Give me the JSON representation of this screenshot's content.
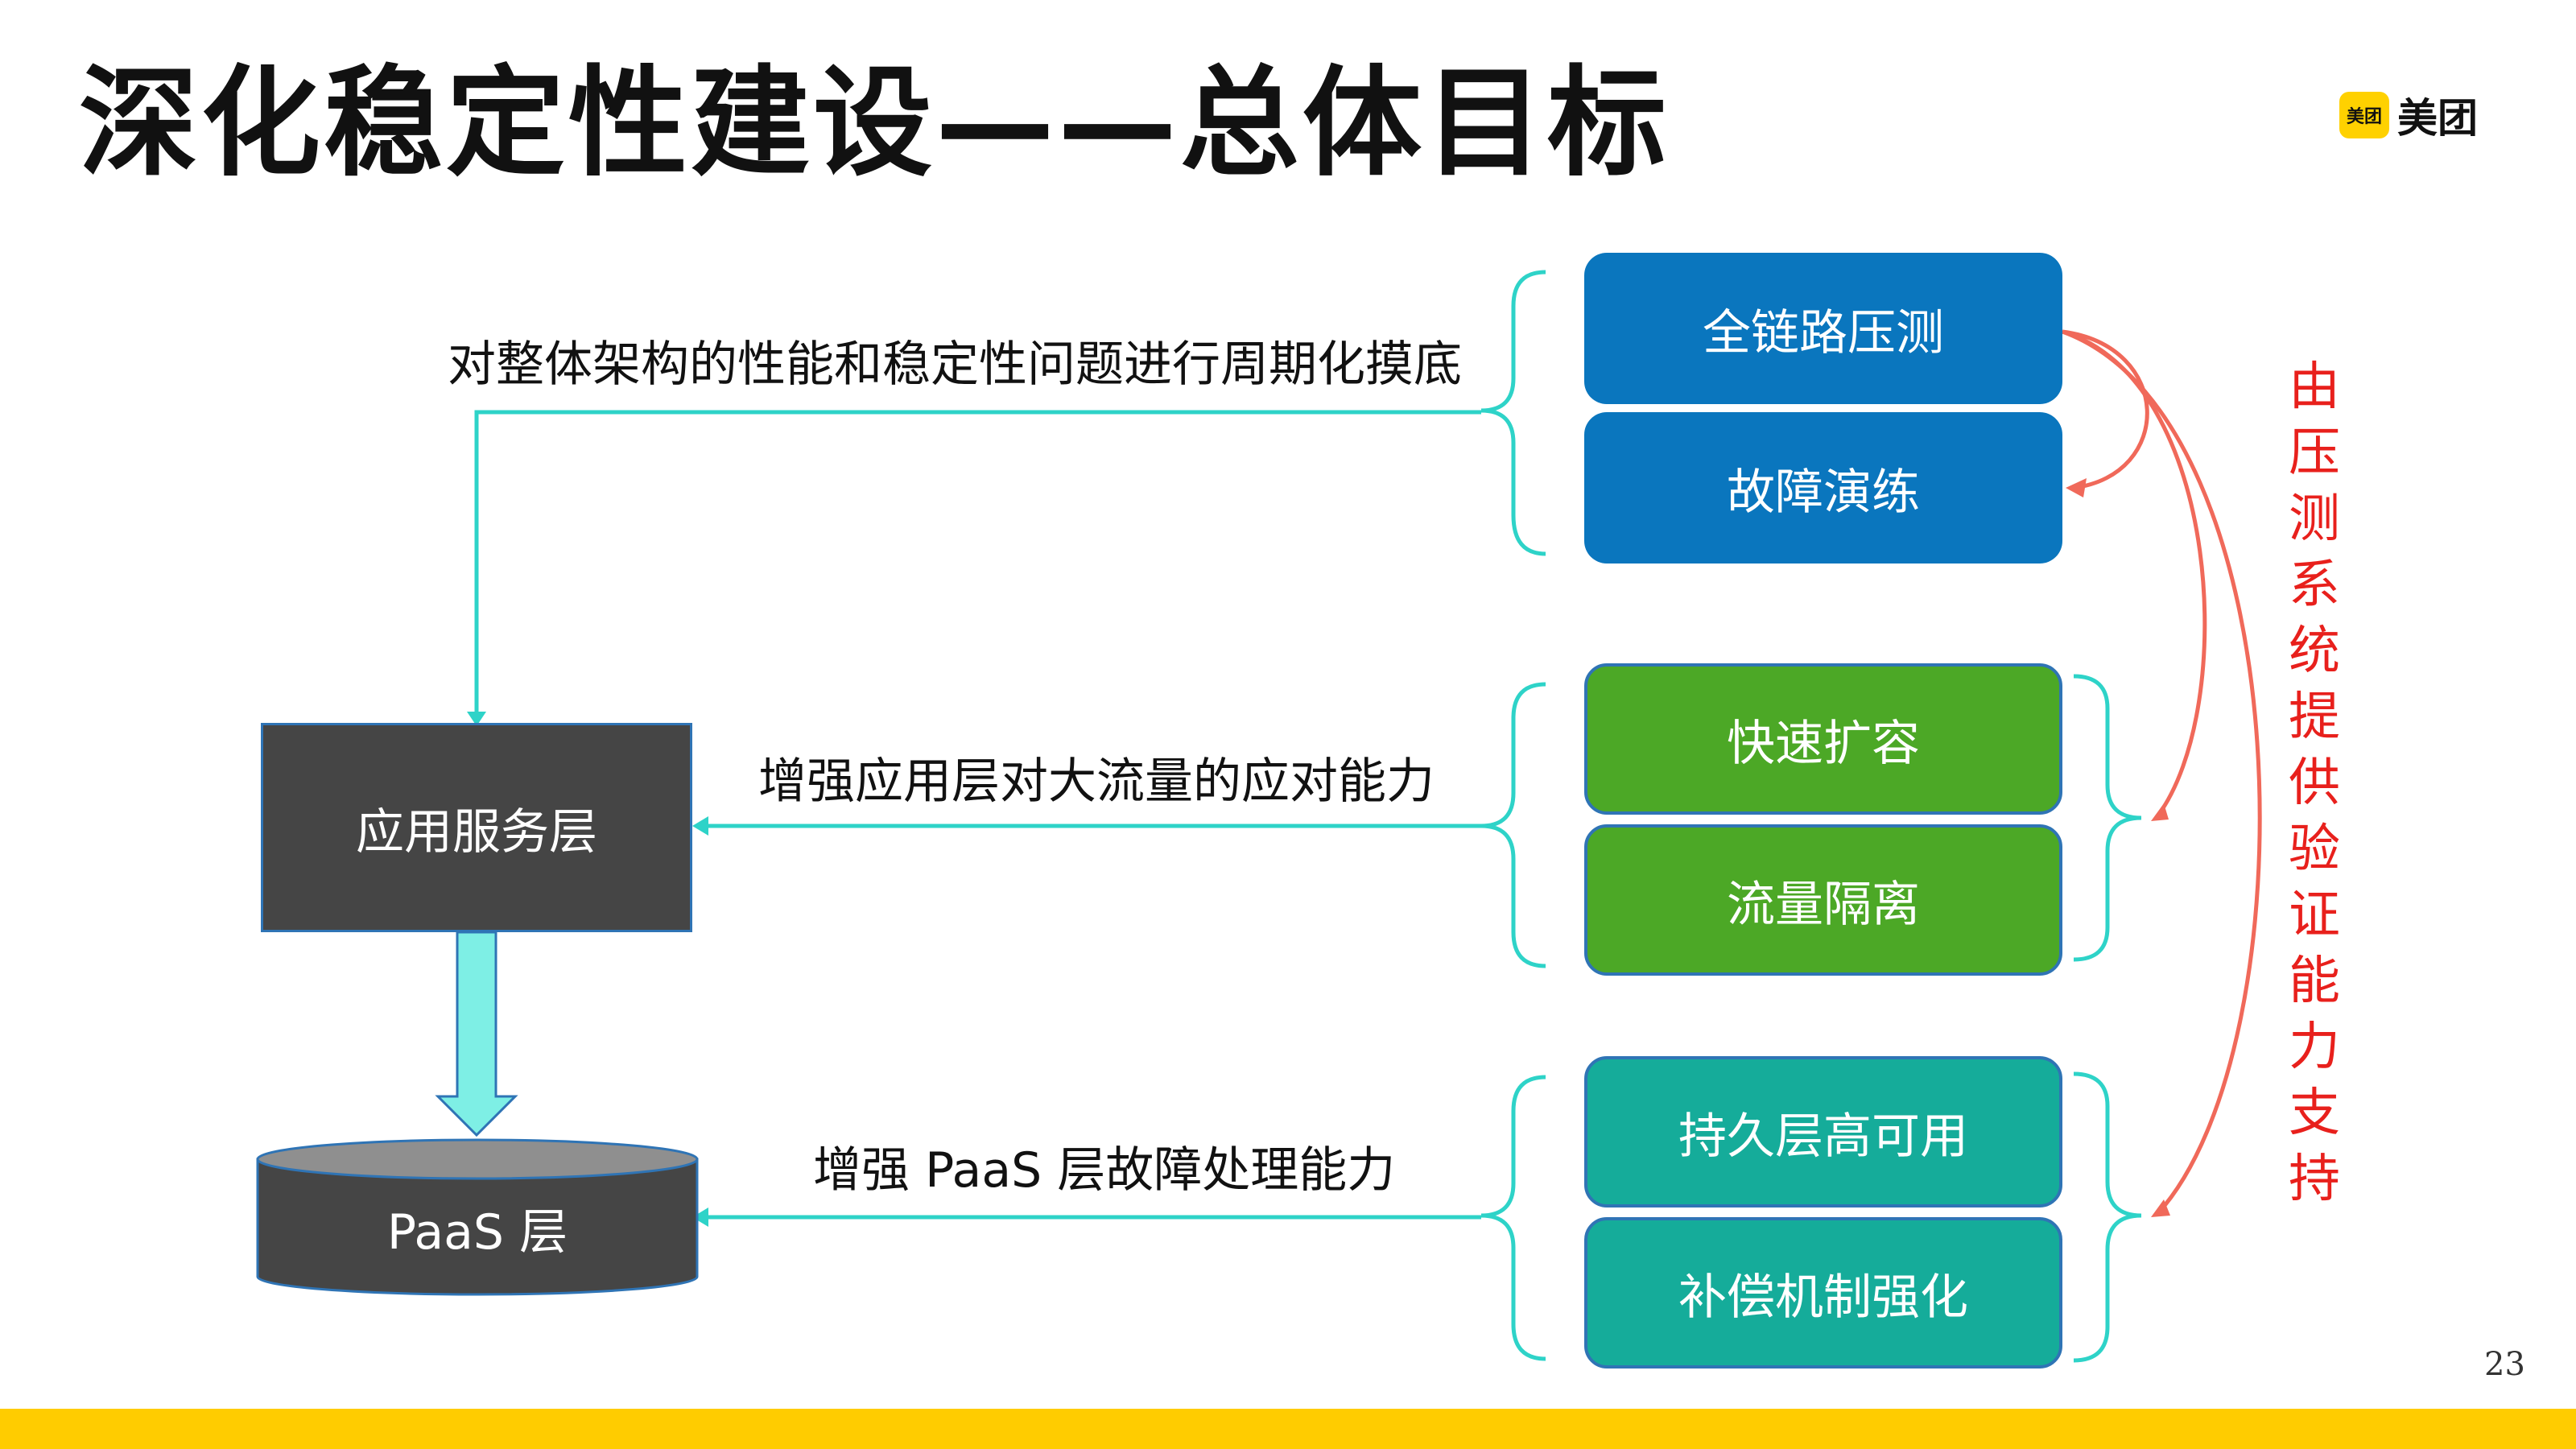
{
  "title": "深化稳定性建设——总体目标",
  "logo": {
    "badge": "美团",
    "text": "美团"
  },
  "labels": {
    "top": "对整体架构的性能和稳定性问题进行周期化摸底",
    "middle": "增强应用层对大流量的应对能力",
    "bottom": "增强 PaaS 层故障处理能力"
  },
  "layers": {
    "service": "应用服务层",
    "paas": "PaaS 层"
  },
  "groups": [
    {
      "color": "#0A76BE",
      "items": [
        "全链路压测",
        "故障演练"
      ]
    },
    {
      "color": "#4CA826",
      "items": [
        "快速扩容",
        "流量隔离"
      ]
    },
    {
      "color": "#15AC9A",
      "items": [
        "持久层高可用",
        "补偿机制强化"
      ]
    }
  ],
  "side_note": "由压测系统提供验证能力支持",
  "page_number": "23",
  "colors": {
    "connector": "#2ED3C8",
    "accent_arrow": "#F0695A",
    "accent_text": "#E8201C",
    "bar": "#FFCC00"
  }
}
